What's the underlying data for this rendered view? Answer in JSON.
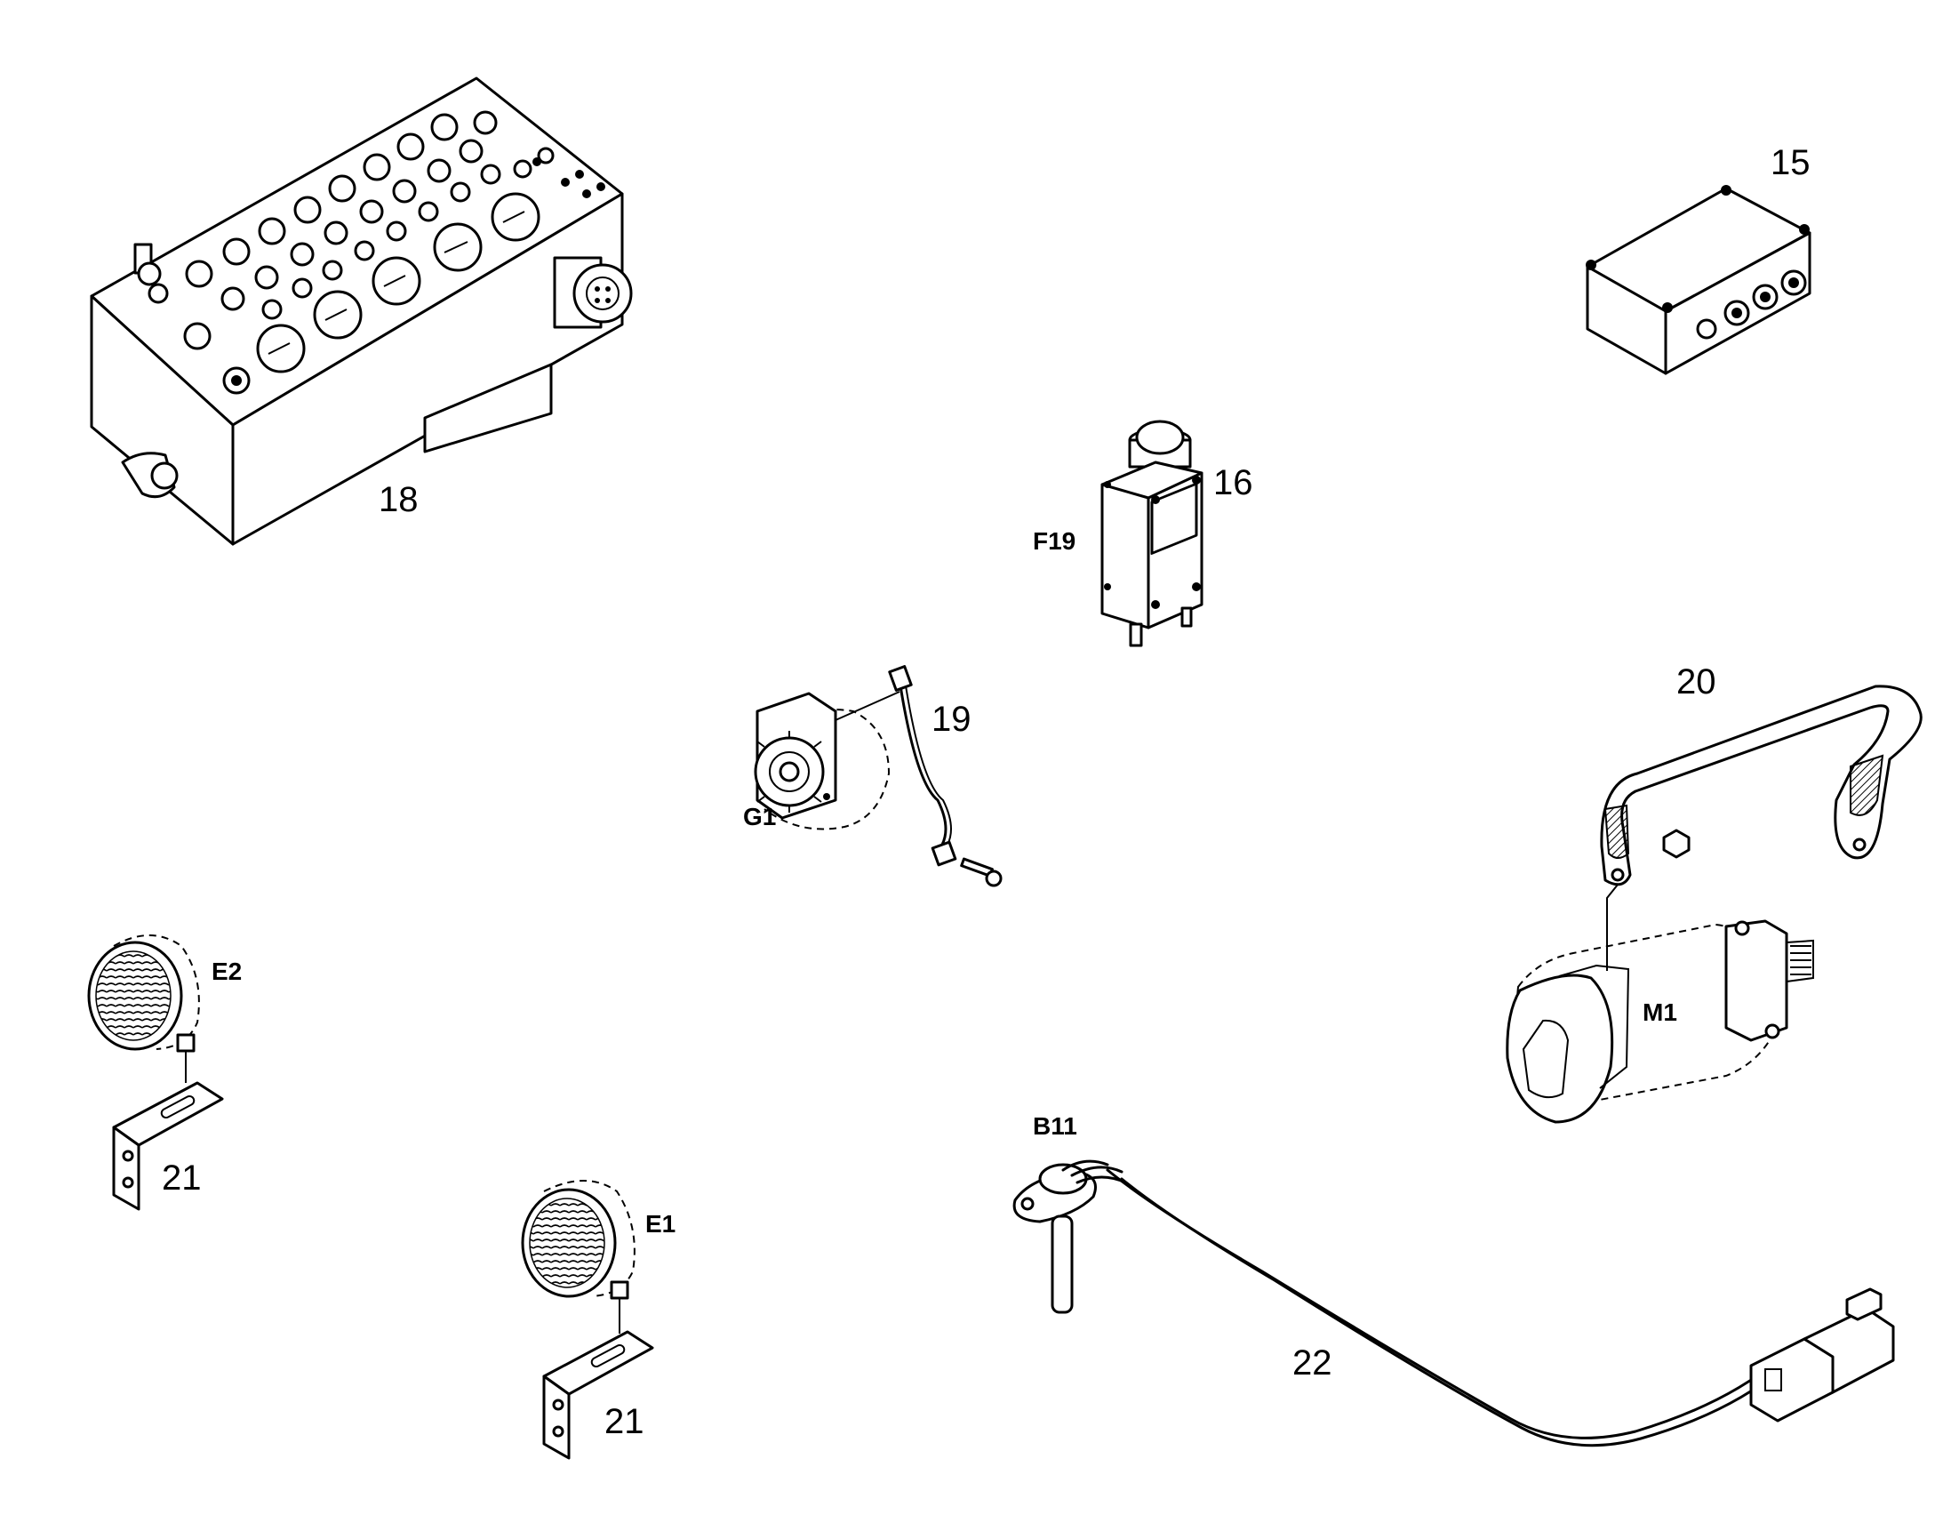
{
  "diagram": {
    "parts": [
      {
        "id": "panel",
        "number": "18",
        "code": ""
      },
      {
        "id": "junction-box",
        "number": "15",
        "code": ""
      },
      {
        "id": "circuit-breaker",
        "number": "16",
        "code": "F19"
      },
      {
        "id": "alternator",
        "number": "19",
        "code": "G1"
      },
      {
        "id": "motor-bracket",
        "number": "20",
        "code": ""
      },
      {
        "id": "starter-motor",
        "number": "",
        "code": "M1"
      },
      {
        "id": "lamp-e2",
        "number": "21",
        "code": "E2"
      },
      {
        "id": "lamp-e1",
        "number": "21",
        "code": "E1"
      },
      {
        "id": "sensor",
        "number": "22",
        "code": "B11"
      }
    ]
  }
}
